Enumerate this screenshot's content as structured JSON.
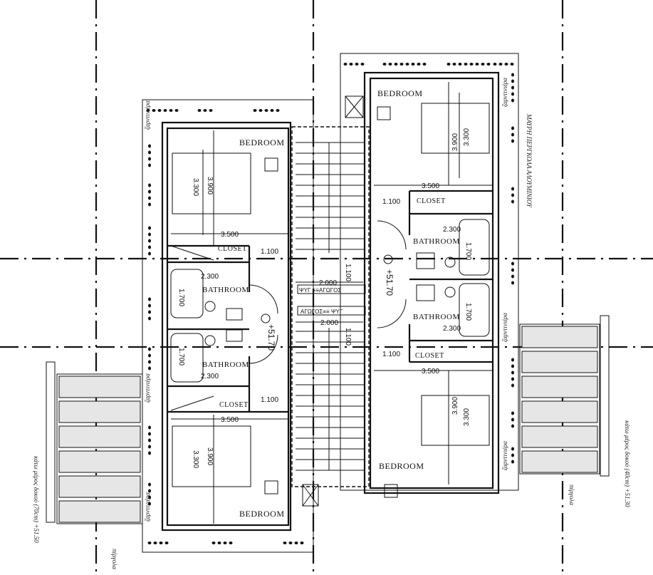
{
  "title": "Upper floor plan",
  "rooms": {
    "bedroom": "BEDROOM",
    "closet": "CLOSET",
    "bathroom": "BATHROOM",
    "fridge_label": "ΨΥΓ"
  },
  "dimensions": {
    "room_width": "3.500",
    "room_depth_outer": "3.900",
    "room_depth_inner": "3.300",
    "closet_width": "1.100",
    "bath_width": "2.300",
    "bath_tub": "1.700",
    "stair_width": "2.000",
    "stair_landing": "1.100",
    "level": "+51.70"
  },
  "ducts": {
    "upper": "ΨΥΓ ≡≡ΑΓΩΓΟΣ",
    "lower": "ΑΓΩΓΟΣ≡≡ ΨΥΓ"
  },
  "notes": {
    "planter": "ζαρντινιέρα",
    "pergola": "πέργολα",
    "pergola_note_right": "ΜΑΥΡΗ ΠΕΡΓΚΟΛΑ ΑΛΟΥΜΙΝΙΟΥ",
    "beam_left": "κάτω μέρος δοκού (70cm) +51.50",
    "beam_right": "κάτω μέρος δοκού (40cm) +51.30"
  }
}
